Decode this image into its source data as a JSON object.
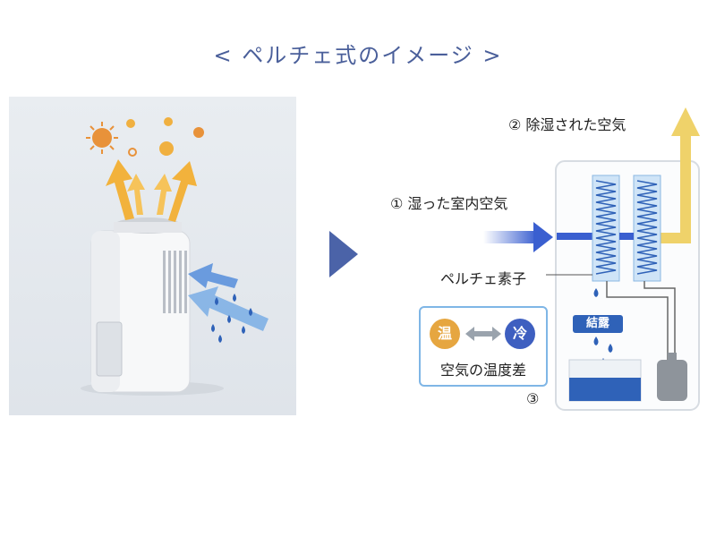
{
  "title": "< ペルチェ式のイメージ >",
  "labels": {
    "dehumidified_air": "② 除湿された空気",
    "humid_air": "① 湿った室内空気",
    "peltier_element": "ペルチェ素子",
    "condensation": "結露",
    "temp_difference": "空気の温度差",
    "circle_three": "③"
  },
  "badges": {
    "warm": "温",
    "cold": "冷",
    "arrow": "left-right-arrow-icon"
  },
  "colors": {
    "title": "#4a5f9a",
    "warm": "#e6a640",
    "cold": "#3e5fc0",
    "water": "#2f62b8",
    "panel_border": "#7fb6e6"
  }
}
